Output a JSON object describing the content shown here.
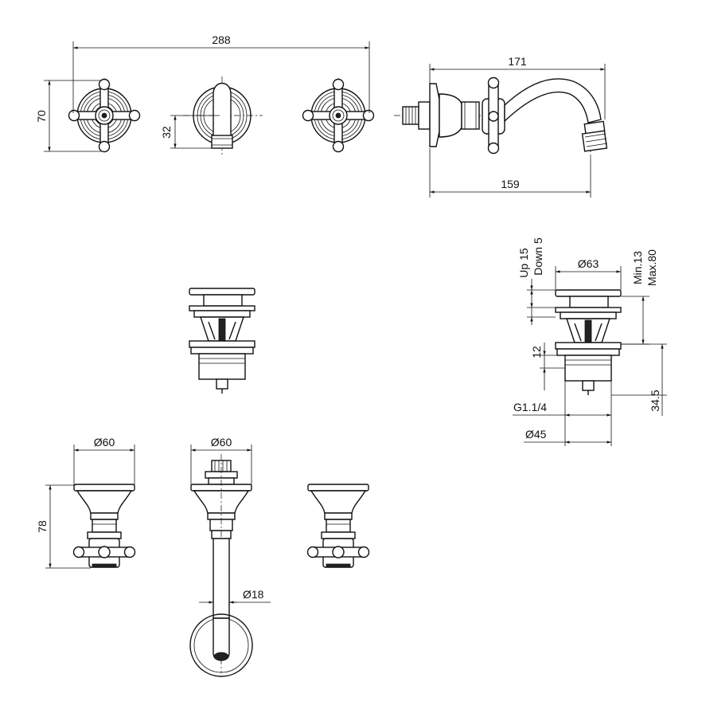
{
  "dimensions": {
    "width_total": "288",
    "height_rosette": "70",
    "spout_offset": "32",
    "spout_projection": "171",
    "spout_reach": "159",
    "drain_lift": "Up 15",
    "drain_down": "Down 5",
    "drain_flange": "Ø63",
    "drain_min": "Min.13",
    "drain_max": "Max.80",
    "drain_12": "12",
    "drain_thread": "G1.1/4",
    "drain_345": "34.5",
    "drain_body": "Ø45",
    "valve_dia_left": "Ø60",
    "valve_dia_center": "Ø60",
    "valve_height": "78",
    "pipe_dia": "Ø18"
  },
  "colors": {
    "line": "#111111",
    "background": "#ffffff"
  }
}
